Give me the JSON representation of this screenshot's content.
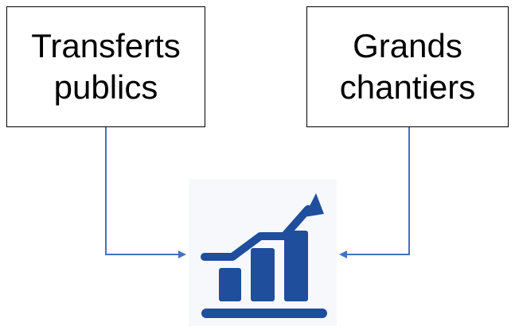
{
  "boxes": {
    "left": {
      "line1": "Transferts",
      "line2": "publics"
    },
    "right": {
      "line1": "Grands",
      "line2": "chantiers"
    }
  },
  "icons": {
    "center": "growth-chart-icon"
  },
  "colors": {
    "connector": "#4472c4",
    "icon": "#1f4e9c",
    "box_border": "#000000"
  }
}
